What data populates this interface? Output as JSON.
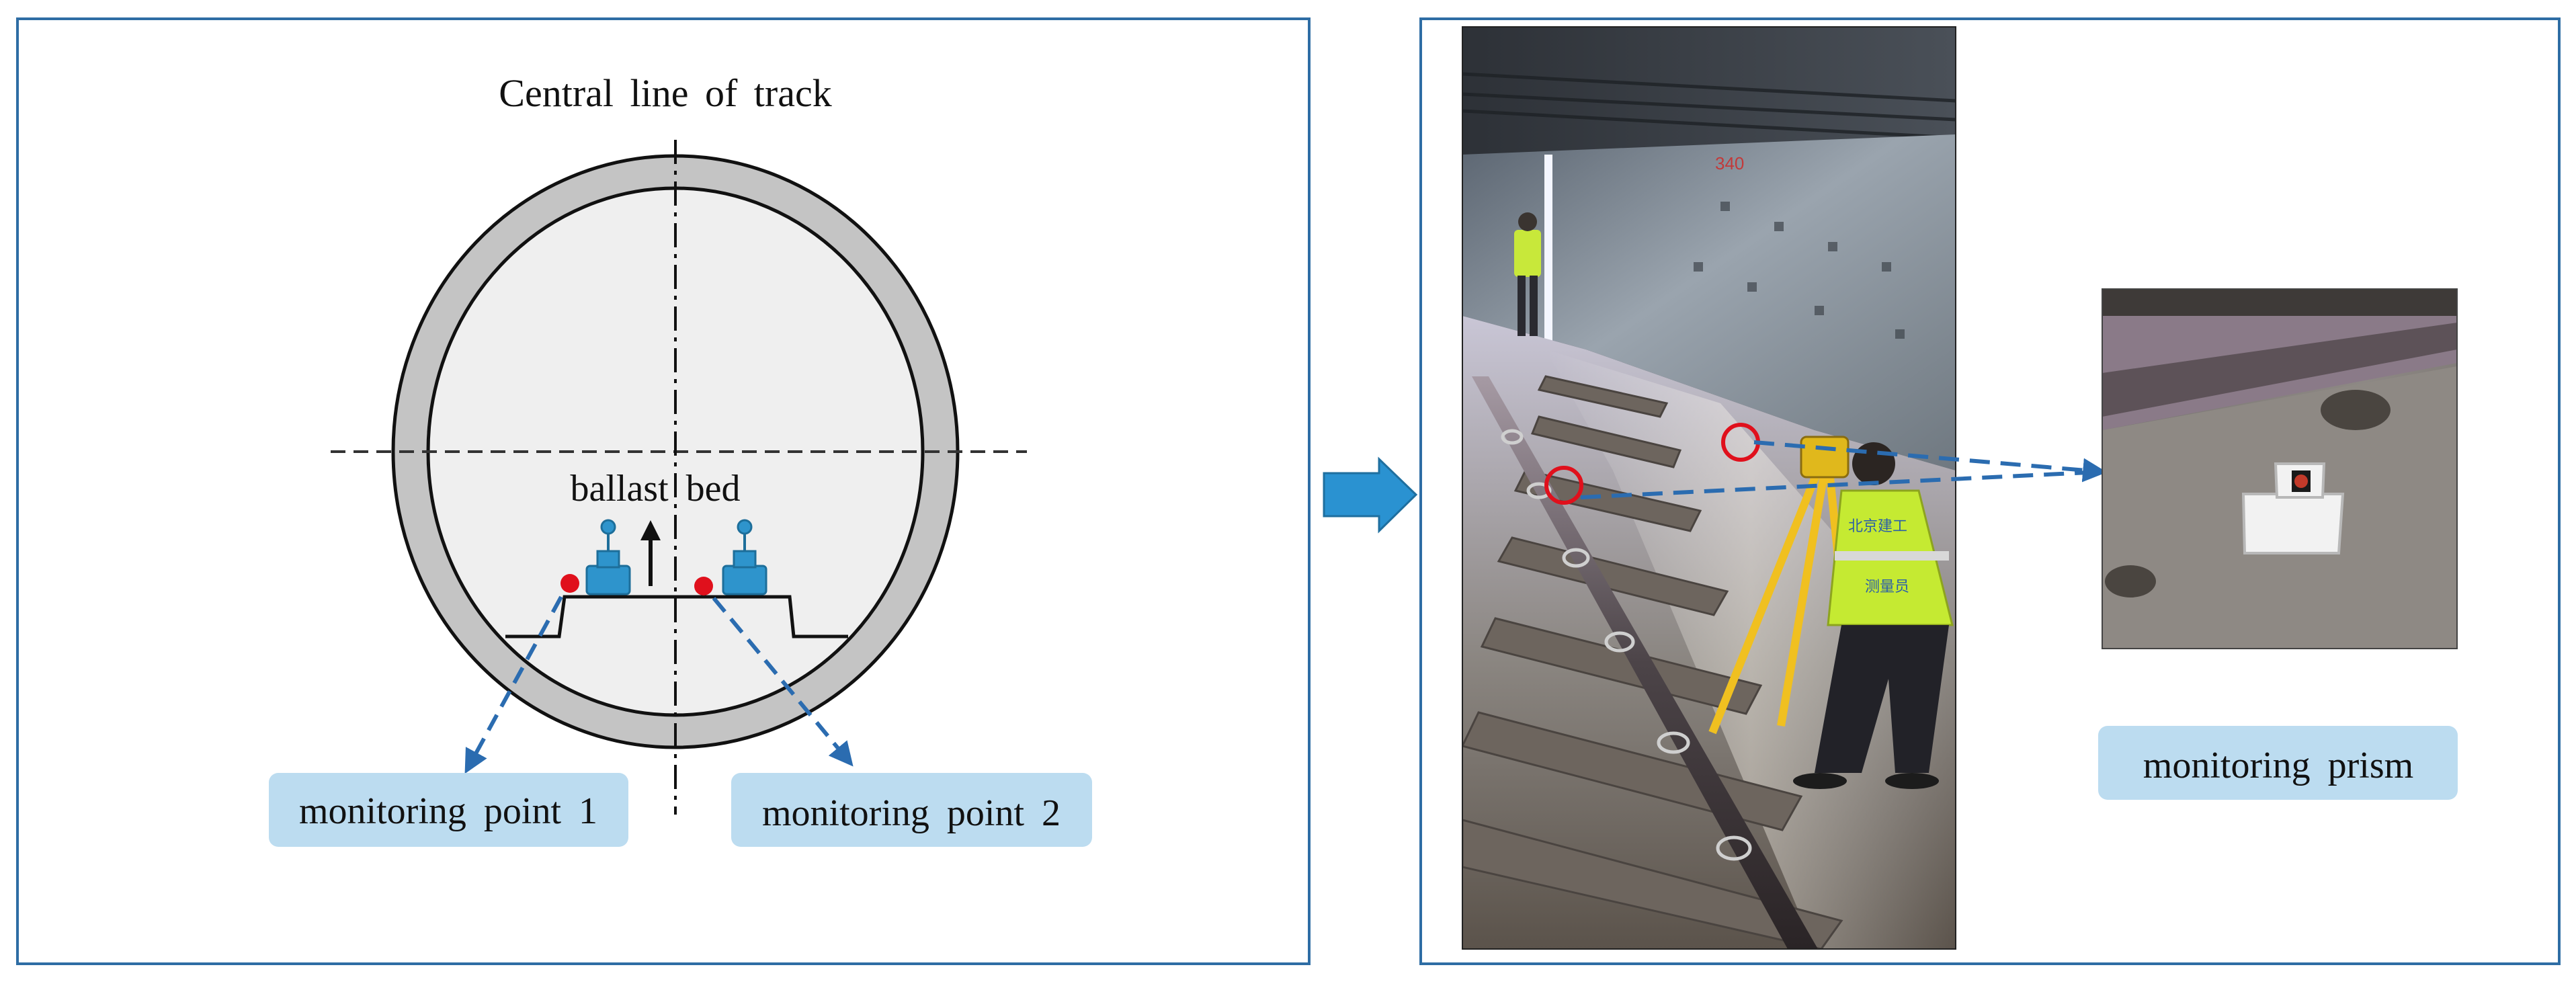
{
  "left_panel": {
    "center_line_label": "Central line of track",
    "ballast_label": "ballast bed",
    "point1_label": "monitoring point 1",
    "point2_label": "monitoring point 2"
  },
  "right_panel": {
    "prism_label": "monitoring prism",
    "vest_text_top": "北京建工",
    "vest_text_bottom": "测量员",
    "wall_marking": "340"
  },
  "colors": {
    "panel_border": "#2e6da4",
    "tunnel_ring": "#c4c4c4",
    "tunnel_interior": "#efefef",
    "label_box": "#bcdcf0",
    "monitor_point": "#e0101c",
    "rail_fastener": "#2e94cc",
    "dashed_arrow": "#2b6cb0",
    "transition_arrow": "#2a92d1"
  },
  "icons": [
    "rail-fastener-icon",
    "monitor-point-icon",
    "transition-arrow-icon"
  ]
}
